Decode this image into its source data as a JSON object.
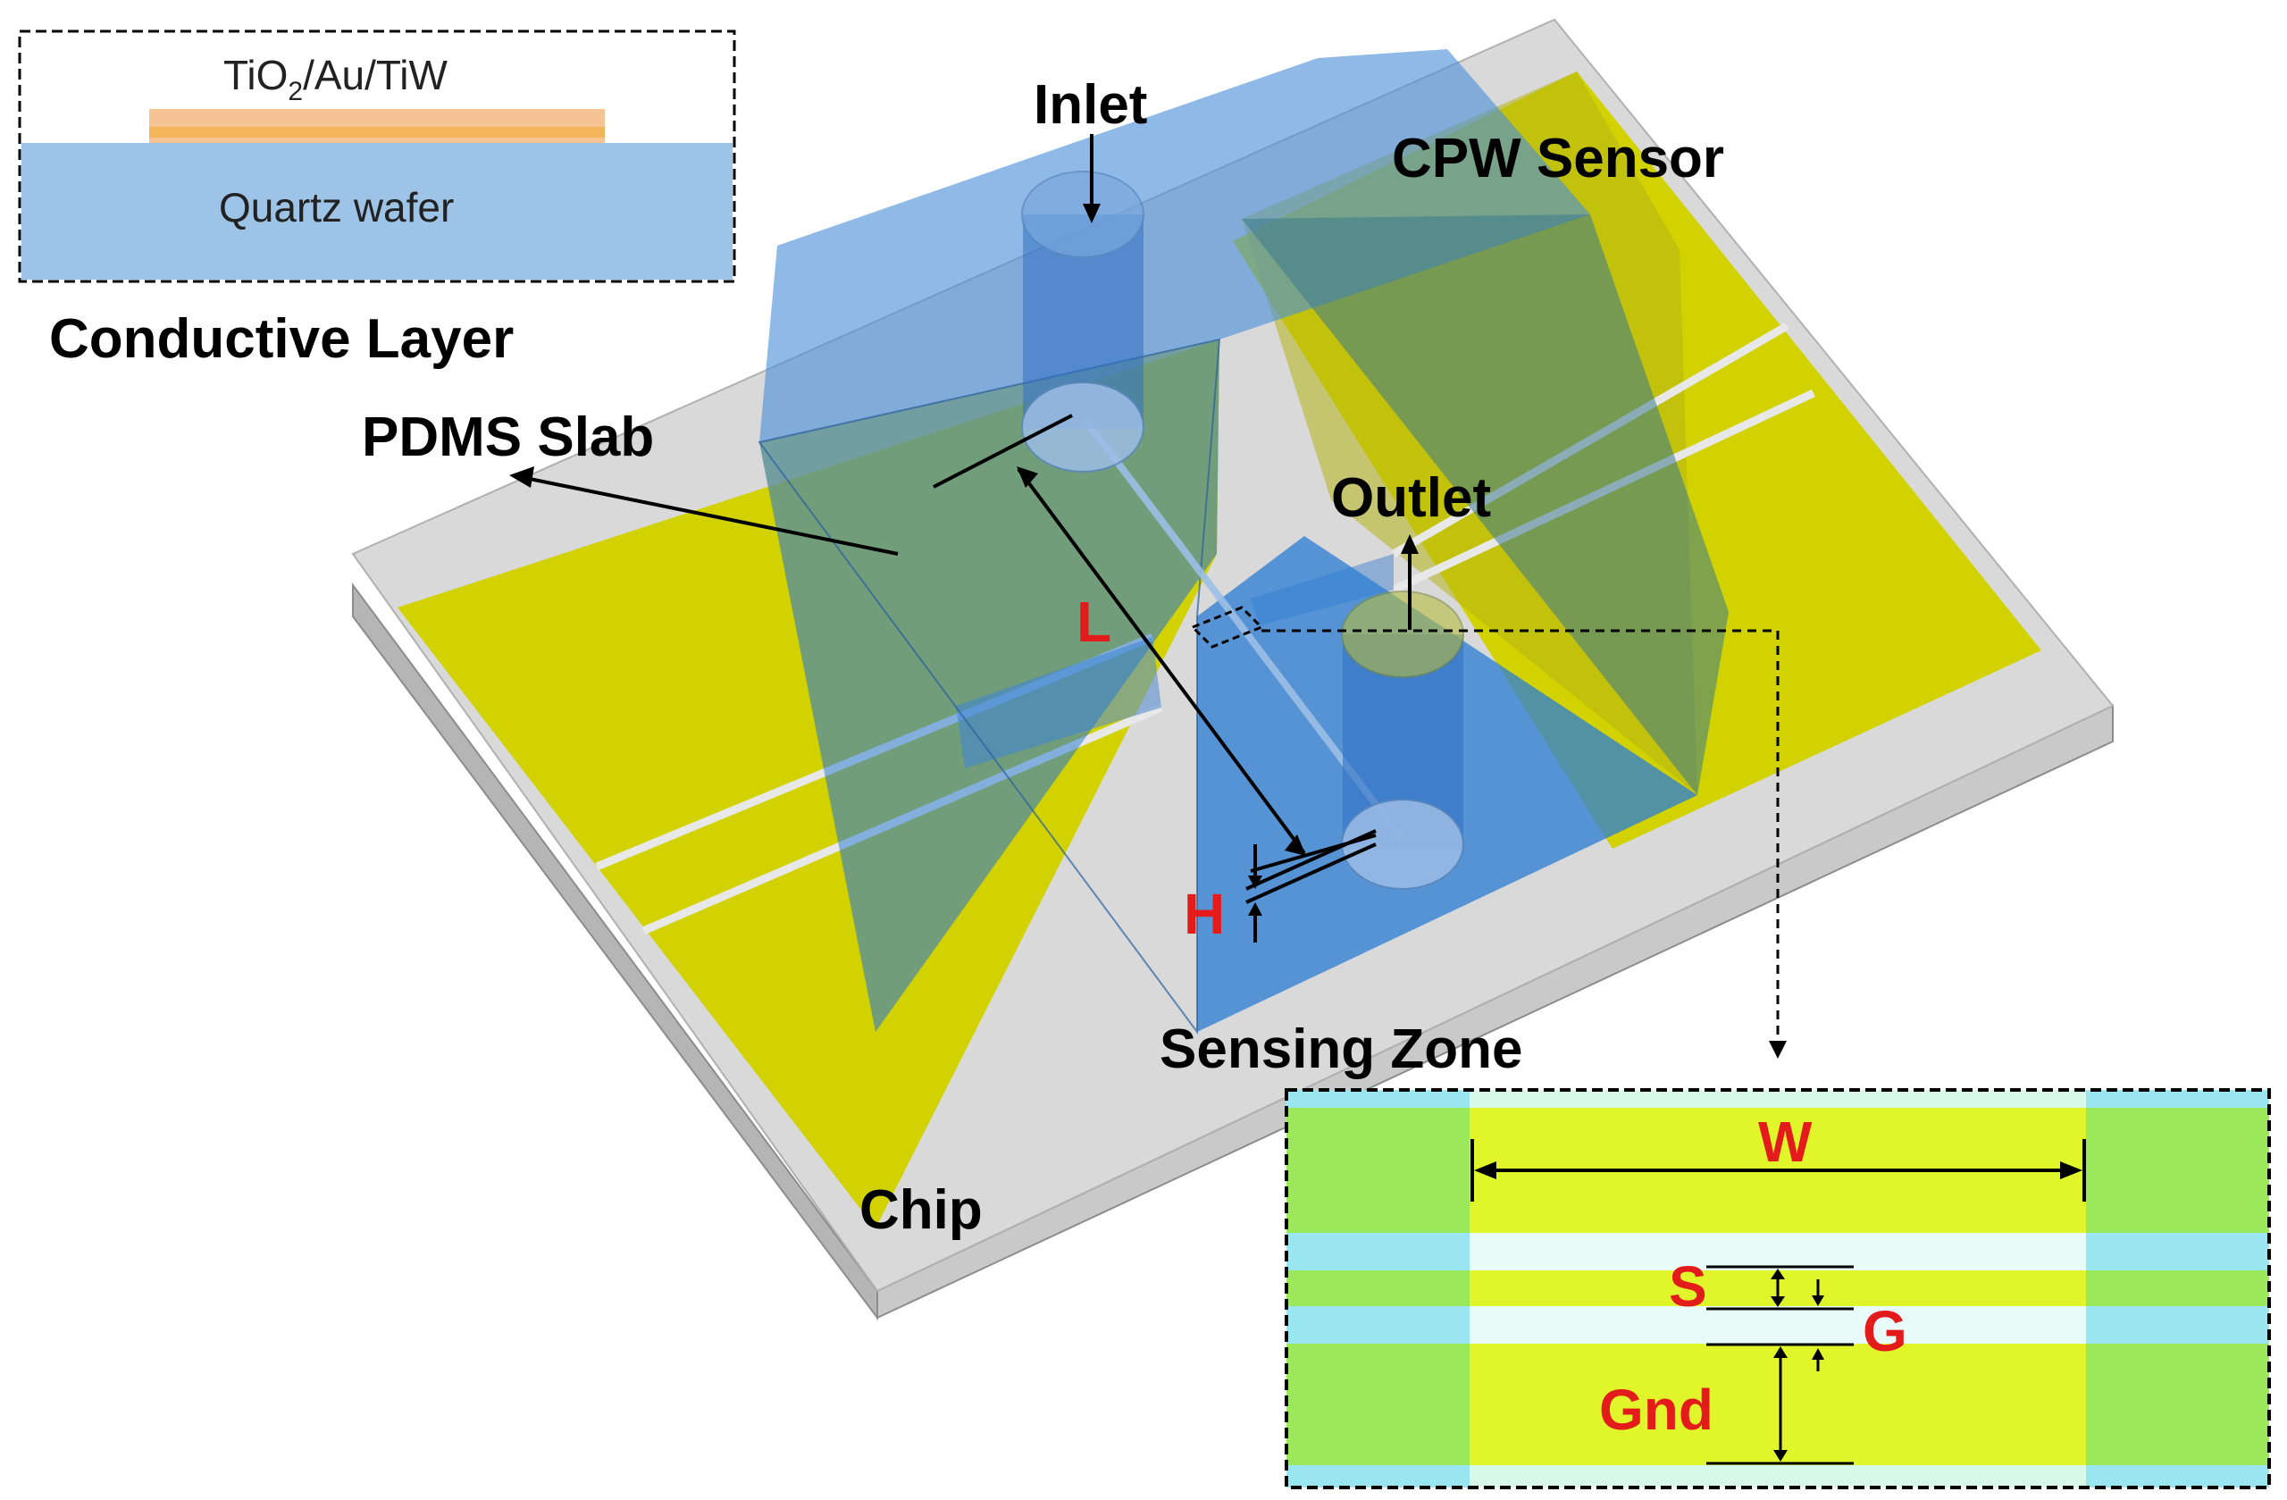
{
  "inset": {
    "top_layer_label": "TiO",
    "top_layer_sub": "2",
    "top_layer_rest": "/Au/TiW",
    "substrate_label": "Quartz wafer",
    "caption": "Conductive Layer"
  },
  "labels": {
    "inlet": "Inlet",
    "cpw_sensor": "CPW Sensor",
    "pdms_slab": "PDMS Slab",
    "outlet": "Outlet",
    "length": "L",
    "height": "H",
    "sensing_zone": "Sensing Zone",
    "chip": "Chip"
  },
  "zoom": {
    "width": "W",
    "signal": "S",
    "gap": "G",
    "ground": "Gnd"
  },
  "colors": {
    "chip_top": "#d8d8d8",
    "chip_side": "#bdbdbd",
    "gold": "#d6d600",
    "pdms": "#2f7fd3",
    "dim_red": "#e31b1b",
    "zoom_green": "#9be85a",
    "zoom_yellow": "#e0f52a",
    "zoom_cyan": "#9ae6f0"
  }
}
